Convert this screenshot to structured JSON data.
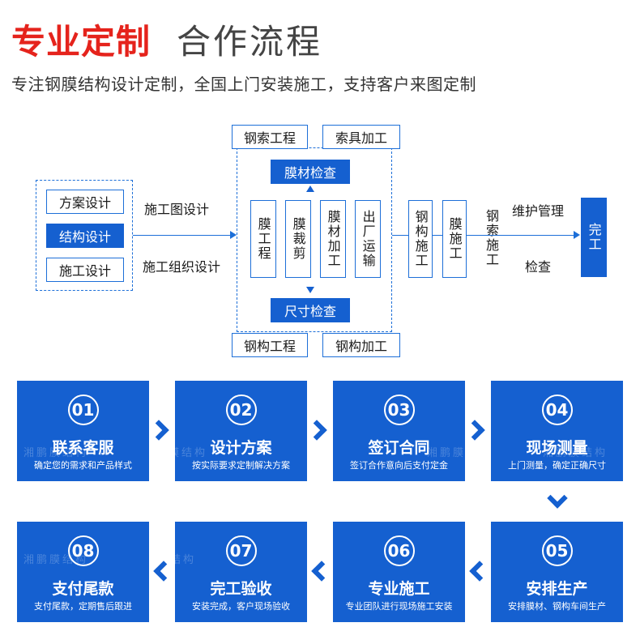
{
  "header": {
    "title_red": "专业定制",
    "title_gray": "合作流程",
    "subtitle": "专注钢膜结构设计定制，全国上门安装施工，支持客户来图定制"
  },
  "diagram": {
    "design_boxes": [
      "方案设计",
      "结构设计",
      "施工设计"
    ],
    "label_drawing": "施工图设计",
    "label_organization": "施工组织设计",
    "top_boxes": [
      "钢索工程",
      "索具加工"
    ],
    "bottom_boxes": [
      "钢构工程",
      "钢构加工"
    ],
    "membrane_check": "膜材检查",
    "size_check": "尺寸检查",
    "center_columns": [
      "膜工程",
      "膜裁剪",
      "膜材加工",
      "出厂运输"
    ],
    "steel_construction": "钢构施工",
    "membrane_construction": "膜施工",
    "cable_construction": "钢索施工",
    "maintenance": "维护管理",
    "inspection": "检查",
    "completion": "完工"
  },
  "steps": [
    {
      "num": "01",
      "name": "联系客服",
      "desc": "确定您的需求和产品样式"
    },
    {
      "num": "02",
      "name": "设计方案",
      "desc": "按实际要求定制解决方案"
    },
    {
      "num": "03",
      "name": "签订合同",
      "desc": "签订合作意向后支付定金"
    },
    {
      "num": "04",
      "name": "现场测量",
      "desc": "上门测量，确定正确尺寸"
    },
    {
      "num": "05",
      "name": "安排生产",
      "desc": "安排膜材、钢构车间生产"
    },
    {
      "num": "06",
      "name": "专业施工",
      "desc": "专业团队进行现场施工安装"
    },
    {
      "num": "07",
      "name": "完工验收",
      "desc": "安装完成，客户现场验收"
    },
    {
      "num": "08",
      "name": "支付尾款",
      "desc": "支付尾款，定期售后跟进"
    }
  ],
  "watermark": "湘鹏膜结构",
  "colors": {
    "accent_red": "#e5231c",
    "brand_blue": "#1560d0",
    "line_blue": "#1d6fd8"
  }
}
